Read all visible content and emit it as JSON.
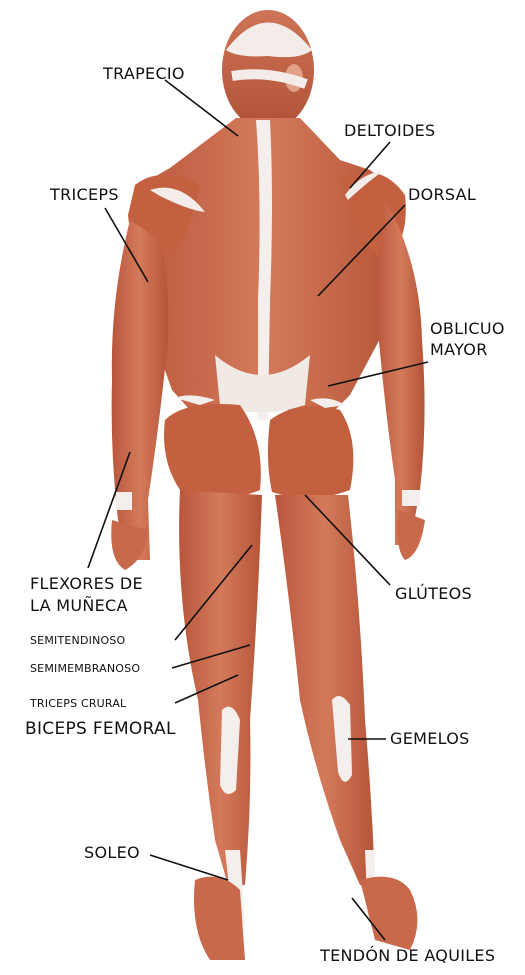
{
  "labels": {
    "trapecio": "TRAPECIO",
    "deltoides": "DELTOIDES",
    "triceps": "TRICEPS",
    "dorsal": "DORSAL",
    "oblicuo_line1": "OBLICUO",
    "oblicuo_line2": "MAYOR",
    "flexores_line1": "FLEXORES DE",
    "flexores_line2": "LA MUÑECA",
    "gluteos": "GLÚTEOS",
    "semitendinoso": "SEMITENDINOSO",
    "semimembranoso": "SEMIMEMBRANOSO",
    "triceps_crural": "TRICEPS CRURAL",
    "biceps_femoral": "BICEPS FEMORAL",
    "gemelos": "GEMELOS",
    "soleo": "SOLEO",
    "tendon_aquiles": "TENDÓN DE AQUILES"
  },
  "colors": {
    "muscle": "#c7674a",
    "muscle_dark": "#a44a33",
    "muscle_light": "#dd8a6c",
    "tendon": "#f4efec",
    "leader_line": "#111111"
  }
}
